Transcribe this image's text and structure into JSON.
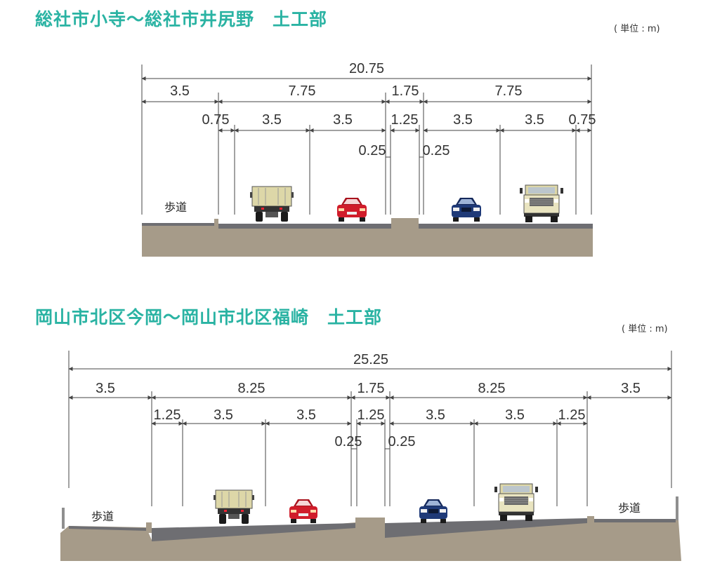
{
  "colors": {
    "title": "#2ab3a3",
    "earth": "#a69b89",
    "asphalt": "#6e6e72",
    "line": "#444444",
    "truck": "#ddd7a8",
    "red_car": "#d01c2a",
    "blue_car": "#1f3a78"
  },
  "section1": {
    "title": "総社市小寺～総社市井尻野　土工部",
    "unit": "( 単位 : m)",
    "sidewalk": "歩道",
    "dims": {
      "total": "20.75",
      "r1": [
        "3.5",
        "7.75",
        "1.75",
        "7.75"
      ],
      "r2": [
        "0.75",
        "3.5",
        "3.5",
        "1.25",
        "3.5",
        "3.5",
        "0.75"
      ],
      "r3": [
        "0.25",
        "0.25"
      ]
    }
  },
  "section2": {
    "title": "岡山市北区今岡～岡山市北区福崎　土工部",
    "unit": "( 単位 : m)",
    "sidewalk_left": "歩道",
    "sidewalk_right": "歩道",
    "dims": {
      "total": "25.25",
      "r1": [
        "3.5",
        "8.25",
        "1.75",
        "8.25",
        "3.5"
      ],
      "r2": [
        "1.25",
        "3.5",
        "3.5",
        "1.25",
        "3.5",
        "3.5",
        "1.25"
      ],
      "r3": [
        "0.25",
        "0.25"
      ]
    }
  },
  "vehicles": [
    {
      "name": "dump-truck-rear-icon"
    },
    {
      "name": "red-car-rear-icon"
    },
    {
      "name": "blue-car-front-icon"
    },
    {
      "name": "truck-front-icon"
    }
  ]
}
